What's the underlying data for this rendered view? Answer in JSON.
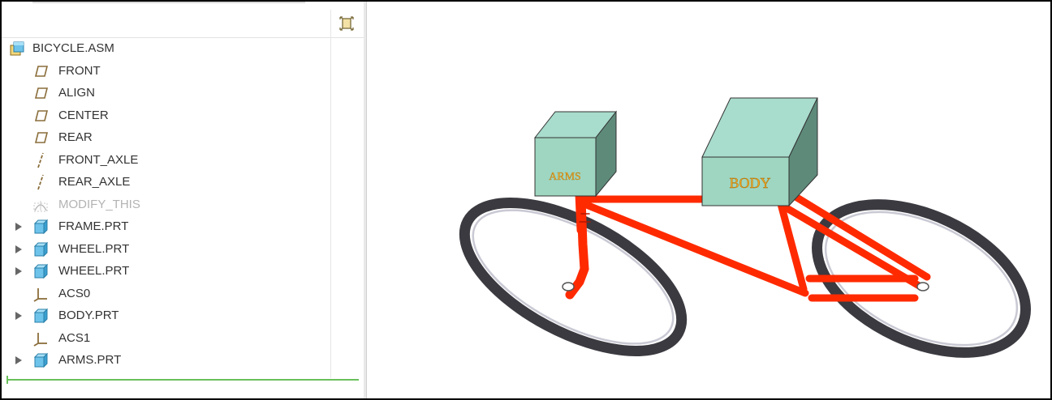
{
  "model_tree": {
    "items": [
      {
        "label": "BICYCLE.ASM",
        "icon": "assembly-icon",
        "expandable": false,
        "disabled": false
      },
      {
        "label": "FRONT",
        "icon": "datum-plane-icon",
        "expandable": false,
        "disabled": false
      },
      {
        "label": "ALIGN",
        "icon": "datum-plane-icon",
        "expandable": false,
        "disabled": false
      },
      {
        "label": "CENTER",
        "icon": "datum-plane-icon",
        "expandable": false,
        "disabled": false
      },
      {
        "label": "REAR",
        "icon": "datum-plane-icon",
        "expandable": false,
        "disabled": false
      },
      {
        "label": "FRONT_AXLE",
        "icon": "datum-axis-icon",
        "expandable": false,
        "disabled": false
      },
      {
        "label": "REAR_AXLE",
        "icon": "datum-axis-icon",
        "expandable": false,
        "disabled": false
      },
      {
        "label": "MODIFY_THIS",
        "icon": "skeleton-icon",
        "expandable": false,
        "disabled": true
      },
      {
        "label": "FRAME.PRT",
        "icon": "part-icon",
        "expandable": true,
        "disabled": false
      },
      {
        "label": "WHEEL.PRT",
        "icon": "part-icon",
        "expandable": true,
        "disabled": false
      },
      {
        "label": "WHEEL.PRT",
        "icon": "part-icon",
        "expandable": true,
        "disabled": false
      },
      {
        "label": "ACS0",
        "icon": "coordinate-system-icon",
        "expandable": false,
        "disabled": false
      },
      {
        "label": "BODY.PRT",
        "icon": "part-icon",
        "expandable": true,
        "disabled": false
      },
      {
        "label": "ACS1",
        "icon": "coordinate-system-icon",
        "expandable": false,
        "disabled": false
      },
      {
        "label": "ARMS.PRT",
        "icon": "part-icon",
        "expandable": true,
        "disabled": false
      }
    ],
    "settings_icon": "tree-settings-icon"
  },
  "viewport": {
    "box_labels": {
      "arms": "ARMS",
      "body": "BODY"
    },
    "colors": {
      "frame_tube": "#ff2a00",
      "box_front": "#9fd6c1",
      "box_top": "#a8dccc",
      "box_side": "#5e8a7a",
      "box_text": "#f0a520",
      "tire": "#3b3a40",
      "insert_line": "#69c05a"
    }
  }
}
